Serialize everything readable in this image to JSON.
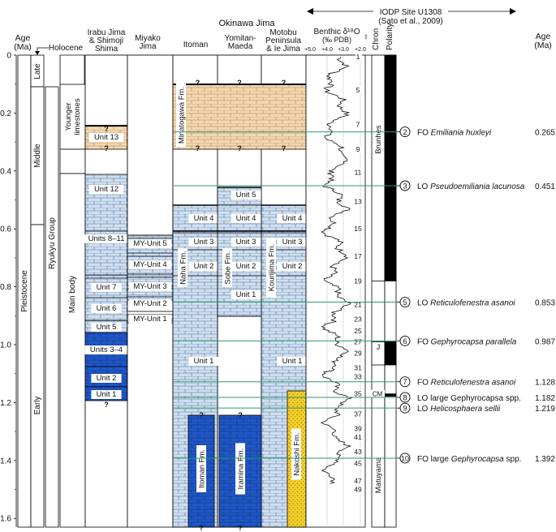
{
  "header": {
    "age_left": "Age\n(Ma)",
    "age_right": "Age\n(Ma)",
    "holocene": "Holocene",
    "okinawa_jima": "Okinawa Jima",
    "iodp_site": "IODP Site U1308",
    "iodp_ref": "(Sato et al., 2009)",
    "benthic": "Benthic δ¹⁸O",
    "benthic_unit": "(‰ PDB)",
    "mis_symbol": "‡",
    "chron": "Chron",
    "polarity": "Polarity"
  },
  "columns": {
    "irabu": "Irabu Jima\n& Shimoji\nShima",
    "miyako": "Miyako\nJima",
    "itoman": "Itoman",
    "yomitan": "Yomitan-\nMaeda",
    "motobu": "Motobu\nPeninsula\n& Ie Jima"
  },
  "epochs": {
    "pleistocene": "Pleistocene",
    "late": "Late",
    "middle": "Middle",
    "early": "Early",
    "ryukyu": "Ryukyu Group",
    "main_body": "Main body",
    "younger_limestones": "Younger\nlimestones"
  },
  "age_ticks": [
    "0",
    "0.2",
    "0.4",
    "0.6",
    "0.8",
    "1.0",
    "1.2",
    "1.4",
    "1.6"
  ],
  "irabu_units": [
    "Unit 13",
    "Unit 12",
    "Units 8–11",
    "Unit 7",
    "Unit 6",
    "Unit 5",
    "Units 3–4",
    "Unit 2",
    "Unit 1"
  ],
  "miyako_units": [
    "MY-Unit 5",
    "MY-Unit 4",
    "MY-Unit 3",
    "MY-Unit 2",
    "MY-Unit 1"
  ],
  "itoman_units": [
    "Unit 4",
    "Unit 3",
    "Unit 2",
    "Unit 1"
  ],
  "yomitan_units": [
    "Unit 5",
    "Unit 4",
    "Unit 3",
    "Unit 2",
    "Unit 1"
  ],
  "motobu_units": [
    "Unit 4",
    "Unit 3",
    "Unit 2",
    "Unit 1"
  ],
  "formations": {
    "minatogawa": "Minatogawa Fm.",
    "naha": "Naha Fm.",
    "sobe": "Sobe Fm.",
    "kourijima": "Kourijima Fm.",
    "itoman": "Itoman Fm.",
    "iramina": "Iramina Fm.",
    "nakoshi": "Nakoshi Fm."
  },
  "question_mark": "?",
  "isotope_axis": [
    "+5.0",
    "+4.0",
    "+3.0",
    "+2.0"
  ],
  "mis_labels": [
    {
      "n": "1",
      "age": 0.005
    },
    {
      "n": "5",
      "age": 0.12
    },
    {
      "n": "7",
      "age": 0.24
    },
    {
      "n": "9",
      "age": 0.325
    },
    {
      "n": "11",
      "age": 0.405
    },
    {
      "n": "13",
      "age": 0.505
    },
    {
      "n": "15",
      "age": 0.6
    },
    {
      "n": "17",
      "age": 0.695
    },
    {
      "n": "19",
      "age": 0.78
    },
    {
      "n": "21",
      "age": 0.862
    },
    {
      "n": "23",
      "age": 0.912
    },
    {
      "n": "25",
      "age": 0.952
    },
    {
      "n": "27",
      "age": 0.99
    },
    {
      "n": "29",
      "age": 1.03
    },
    {
      "n": "31",
      "age": 1.08
    },
    {
      "n": "33",
      "age": 1.11
    },
    {
      "n": "35",
      "age": 1.17
    },
    {
      "n": "37",
      "age": 1.24
    },
    {
      "n": "39",
      "age": 1.29
    },
    {
      "n": "41",
      "age": 1.32
    },
    {
      "n": "43",
      "age": 1.37
    },
    {
      "n": "45",
      "age": 1.41
    },
    {
      "n": "47",
      "age": 1.47
    },
    {
      "n": "49",
      "age": 1.5
    }
  ],
  "chrons": {
    "brunhes": "Brunhes",
    "matuyama": "Matuyama",
    "jaramillo": "J",
    "cobb": "CM"
  },
  "events": [
    {
      "num": "2",
      "prefix": "FO",
      "name_italic": "Emiliania huxleyi",
      "name_plain": "",
      "age_label": "0.265",
      "age": 0.265
    },
    {
      "num": "3",
      "prefix": "LO",
      "name_italic": "Pseudoemiliania lacunosa",
      "name_plain": "",
      "age_label": "0.451",
      "age": 0.451
    },
    {
      "num": "5",
      "prefix": "LO",
      "name_italic": "Reticulofenestra asanoi",
      "name_plain": "",
      "age_label": "0.853",
      "age": 0.853
    },
    {
      "num": "6",
      "prefix": "FO",
      "name_italic": "Gephyrocapsa parallela",
      "name_plain": "",
      "age_label": "0.987",
      "age": 0.987
    },
    {
      "num": "7",
      "prefix": "FO",
      "name_italic": "Reticulofenestra asanoi",
      "name_plain": "",
      "age_label": "1.128",
      "age": 1.128
    },
    {
      "num": "8",
      "prefix": "LO",
      "name_italic": "",
      "name_plain": "large Gephyrocapsa spp.",
      "age_label": "1.182",
      "age": 1.182
    },
    {
      "num": "9",
      "prefix": "LO",
      "name_italic": "Helicosphaera sellii",
      "name_plain": "",
      "age_label": "1.219",
      "age": 1.219
    },
    {
      "num": "10",
      "prefix": "FO",
      "name_italic": "Gephyrocapsa",
      "name_plain": "large ",
      "name_suffix": " spp.",
      "age_label": "1.392",
      "age": 1.392
    }
  ]
}
